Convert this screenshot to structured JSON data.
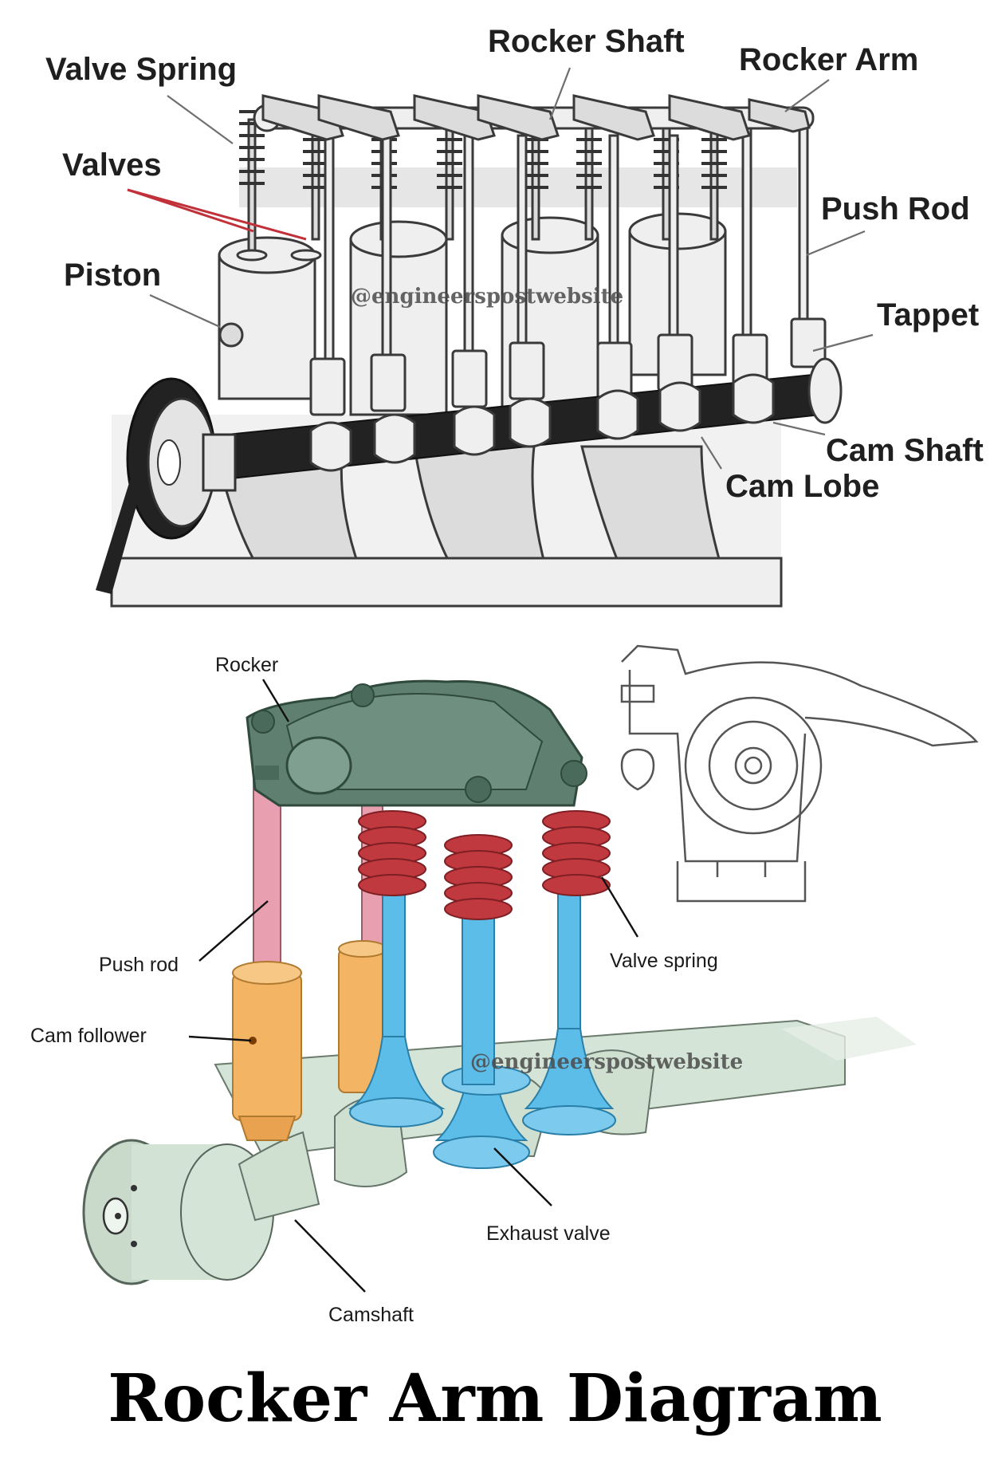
{
  "top_labels": {
    "valve_spring": "Valve Spring",
    "rocker_shaft": "Rocker Shaft",
    "rocker_arm": "Rocker Arm",
    "valves": "Valves",
    "push_rod": "Push Rod",
    "piston": "Piston",
    "tappet": "Tappet",
    "cam_shaft": "Cam Shaft",
    "cam_lobe": "Cam Lobe"
  },
  "bottom_labels": {
    "rocker": "Rocker",
    "push_rod": "Push rod",
    "cam_follower": "Cam follower",
    "valve_spring": "Valve spring",
    "exhaust_valve": "Exhaust valve",
    "camshaft": "Camshaft"
  },
  "watermark": "@engineerspostwebsite",
  "title": "Rocker Arm Diagram",
  "colors": {
    "push_rod": "#e8a0b0",
    "cam_follower": "#f3b463",
    "valve_spring": "#c0393f",
    "valve": "#5bbde8",
    "rocker": "#5f7f70",
    "camshaft": "#d4e4d6"
  }
}
